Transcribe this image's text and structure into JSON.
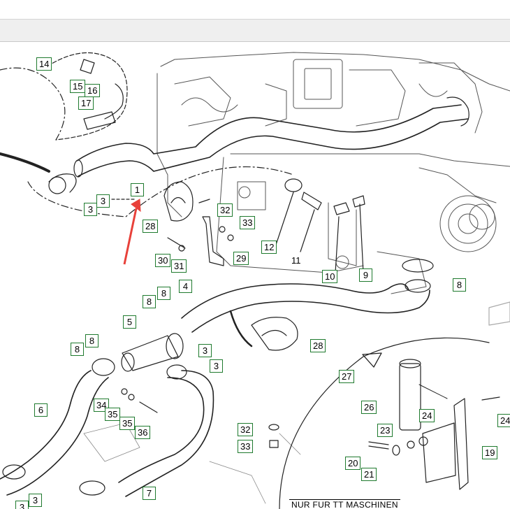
{
  "toolbar": {},
  "colors": {
    "callout_border": "#1f7a2e",
    "pointer_arrow": "#e8413a",
    "line_art": "#222222"
  },
  "callouts": [
    {
      "label": "14"
    },
    {
      "label": "15"
    },
    {
      "label": "16"
    },
    {
      "label": "17"
    },
    {
      "label": "1"
    },
    {
      "label": "3"
    },
    {
      "label": "3"
    },
    {
      "label": "28"
    },
    {
      "label": "32"
    },
    {
      "label": "33"
    },
    {
      "label": "30"
    },
    {
      "label": "31"
    },
    {
      "label": "29"
    },
    {
      "label": "12"
    },
    {
      "label": "11"
    },
    {
      "label": "10"
    },
    {
      "label": "9"
    },
    {
      "label": "8"
    },
    {
      "label": "4"
    },
    {
      "label": "8"
    },
    {
      "label": "8"
    },
    {
      "label": "5"
    },
    {
      "label": "3"
    },
    {
      "label": "3"
    },
    {
      "label": "8"
    },
    {
      "label": "8"
    },
    {
      "label": "28"
    },
    {
      "label": "6"
    },
    {
      "label": "34"
    },
    {
      "label": "35"
    },
    {
      "label": "35"
    },
    {
      "label": "36"
    },
    {
      "label": "32"
    },
    {
      "label": "33"
    },
    {
      "label": "27"
    },
    {
      "label": "26"
    },
    {
      "label": "24"
    },
    {
      "label": "24"
    },
    {
      "label": "23"
    },
    {
      "label": "19"
    },
    {
      "label": "20"
    },
    {
      "label": "21"
    },
    {
      "label": "7"
    },
    {
      "label": "3"
    },
    {
      "label": "3"
    }
  ],
  "detail_note": "NUR FUR TT MASCHINEN"
}
